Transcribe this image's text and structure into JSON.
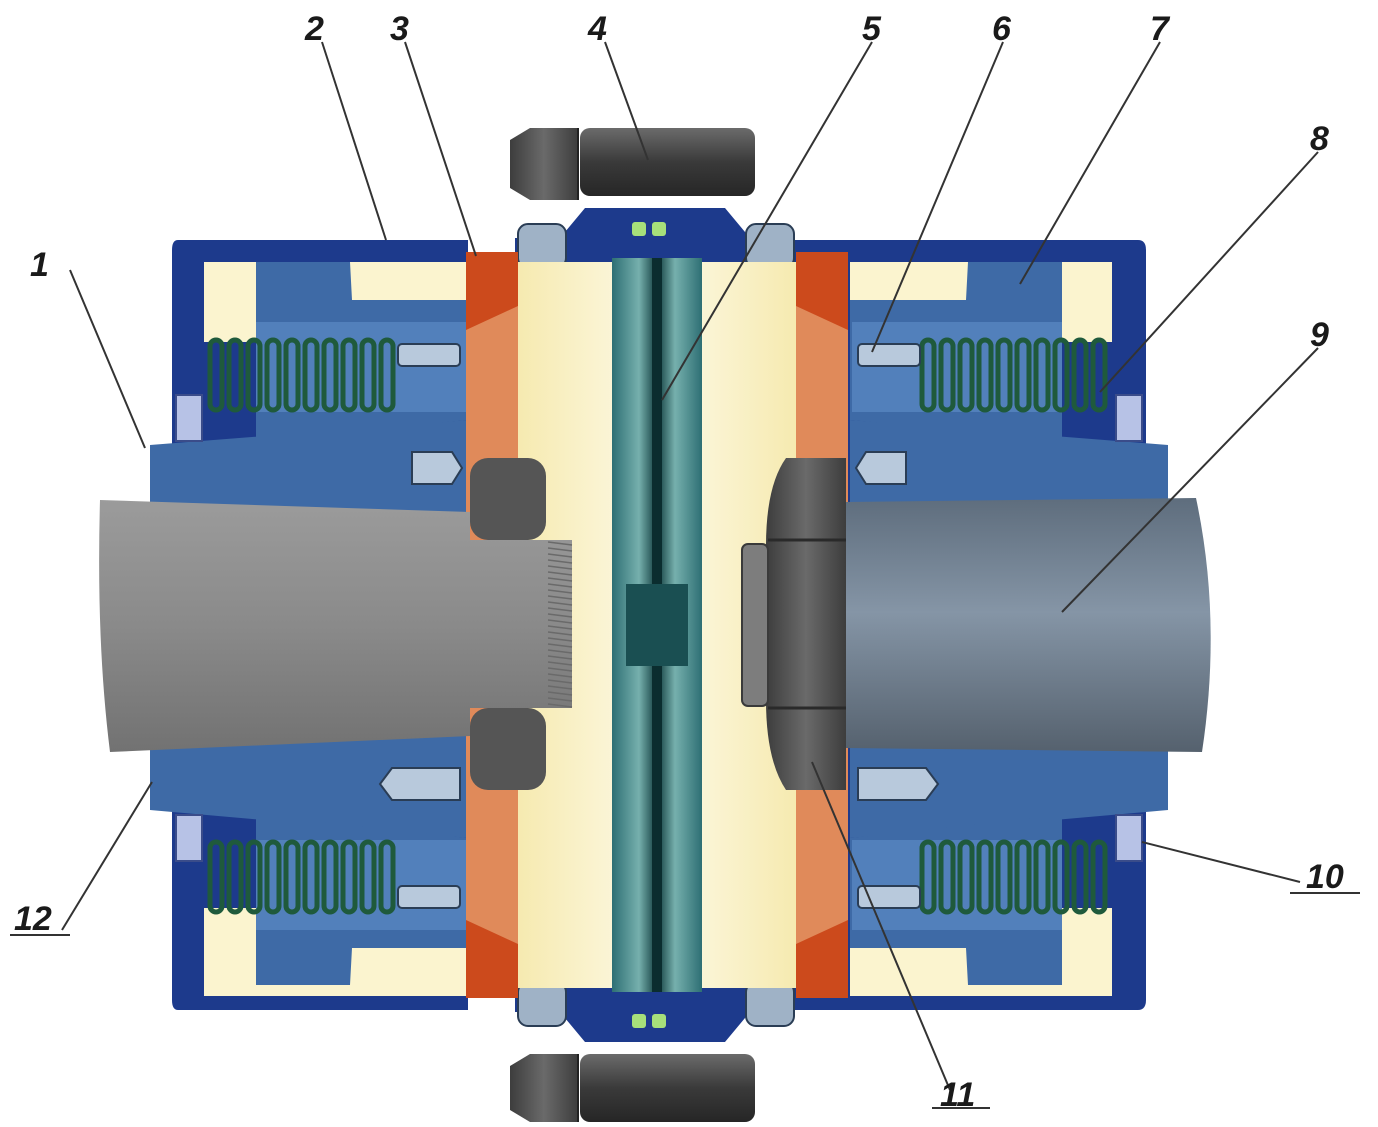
{
  "callouts": [
    {
      "id": "1",
      "label": "1"
    },
    {
      "id": "2",
      "label": "2"
    },
    {
      "id": "3",
      "label": "3"
    },
    {
      "id": "4",
      "label": "4"
    },
    {
      "id": "5",
      "label": "5"
    },
    {
      "id": "6",
      "label": "6"
    },
    {
      "id": "7",
      "label": "7"
    },
    {
      "id": "8",
      "label": "8"
    },
    {
      "id": "9",
      "label": "9"
    },
    {
      "id": "10",
      "label": "10"
    },
    {
      "id": "11",
      "label": "11"
    },
    {
      "id": "12",
      "label": "12"
    }
  ],
  "colors": {
    "housing": "#1d3a8c",
    "housing_dark": "#132a6b",
    "hub": "#3e6aa6",
    "hub_light": "#5d8cc6",
    "cream": "#fbf4cf",
    "copper": "#e08a5a",
    "copper_dark": "#cc4a1c",
    "spring": "#1f5a3c",
    "rubber": "#2e6f74",
    "rubber_light": "#6fa9a8",
    "shaft_left": "#8a8a8a",
    "shaft_right": "#6f7e8f",
    "nut": "#505050",
    "bolt": "#3c3c3c",
    "pin": "#b8c9dc"
  }
}
